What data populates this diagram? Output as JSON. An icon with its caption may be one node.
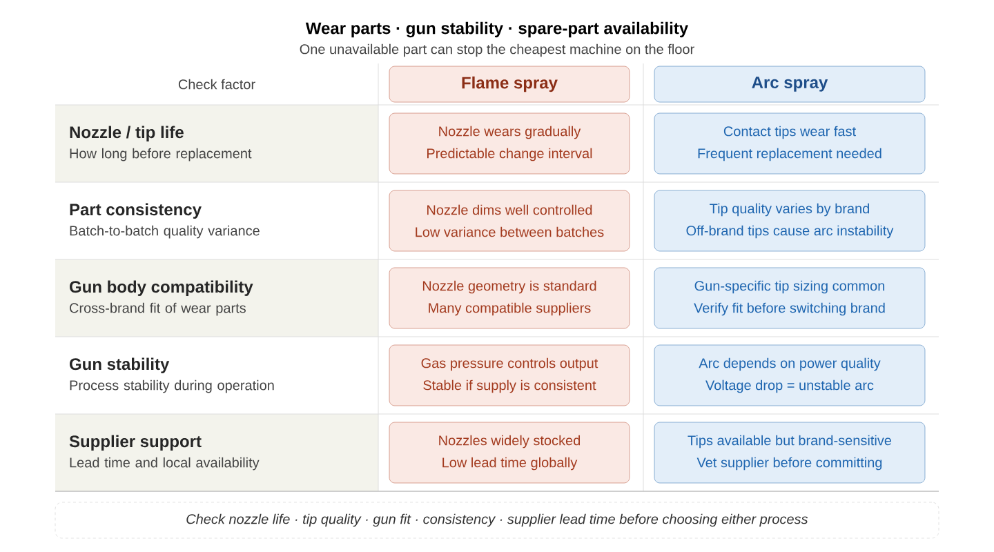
{
  "diagram": {
    "title": "Wear parts · gun stability · spare-part availability",
    "nodes": [
      {
        "text": [
          "Flame spray"
        ]
      },
      {
        "text": [
          "Arc spray"
        ]
      },
      {
        "text": [
          "Nozzle / tip life",
          "How long before replacement"
        ]
      },
      {
        "text": [
          "Nozzle wears gradually",
          "Predictable change interval"
        ]
      },
      {
        "text": [
          "Contact tips wear fast",
          "Frequent replacement needed"
        ]
      },
      {
        "text": [
          "Part consistency",
          "Batch-to-batch quality variance"
        ]
      },
      {
        "text": [
          "Nozzle dims well controlled",
          "Low variance between batches"
        ]
      },
      {
        "text": [
          "Tip quality varies by brand",
          "Off-brand tips cause arc instability"
        ]
      },
      {
        "text": [
          "Gun body compatibility",
          "Cross-brand fit of wear parts"
        ]
      },
      {
        "text": [
          "Nozzle geometry is standard",
          "Many compatible suppliers"
        ]
      },
      {
        "text": [
          "Gun-specific tip sizing common",
          "Verify fit before switching brand"
        ]
      },
      {
        "text": [
          "Gun stability",
          "Process stability during operation"
        ]
      },
      {
        "text": [
          "Gas pressure controls output",
          "Stable if supply is consistent"
        ]
      },
      {
        "text": [
          "Arc depends on power quality",
          "Voltage drop = unstable arc"
        ]
      },
      {
        "text": [
          "Supplier support",
          "Lead time and local availability"
        ]
      },
      {
        "text": [
          "Nozzles widely stocked",
          "Low lead time globally"
        ]
      },
      {
        "text": [
          "Tips available but brand-sensitive",
          "Vet supplier before committing"
        ]
      },
      {
        "text": [
          "Check nozzle life · tip quality · gun fit · consistency · supplier lead time before choosing either process"
        ]
      }
    ],
    "labels": [
      "One unavailable part can stop the cheapest machine on the floor",
      "Check factor"
    ]
  }
}
